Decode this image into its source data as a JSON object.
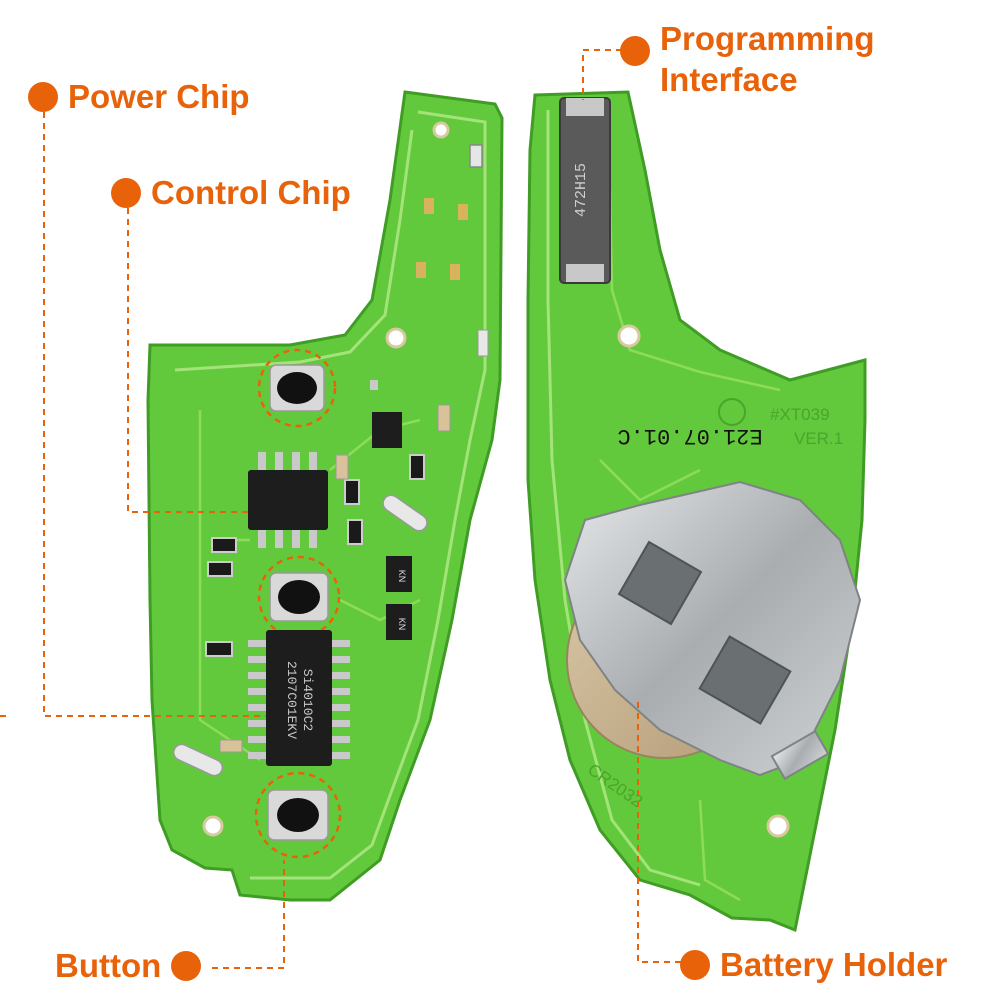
{
  "callouts": {
    "power_chip": "Power Chip",
    "control_chip": "Control Chip",
    "programming_interface_line1": "Programming",
    "programming_interface_line2": "Interface",
    "button": "Button",
    "battery_holder": "Battery Holder"
  },
  "board_markings": {
    "model": "#XT039",
    "version": "VER.1",
    "date_code": "E21.07.01.C",
    "battery_type": "CR2032",
    "main_ic_line1": "Si4010C2",
    "main_ic_line2": "2107C01EKV",
    "interface_marking": "472H15",
    "diode_marking": "KN"
  },
  "colors": {
    "accent": "#e8620a",
    "pcb": "#63c93c",
    "trace": "#8edb5c",
    "metal": "#b9bdbf"
  }
}
